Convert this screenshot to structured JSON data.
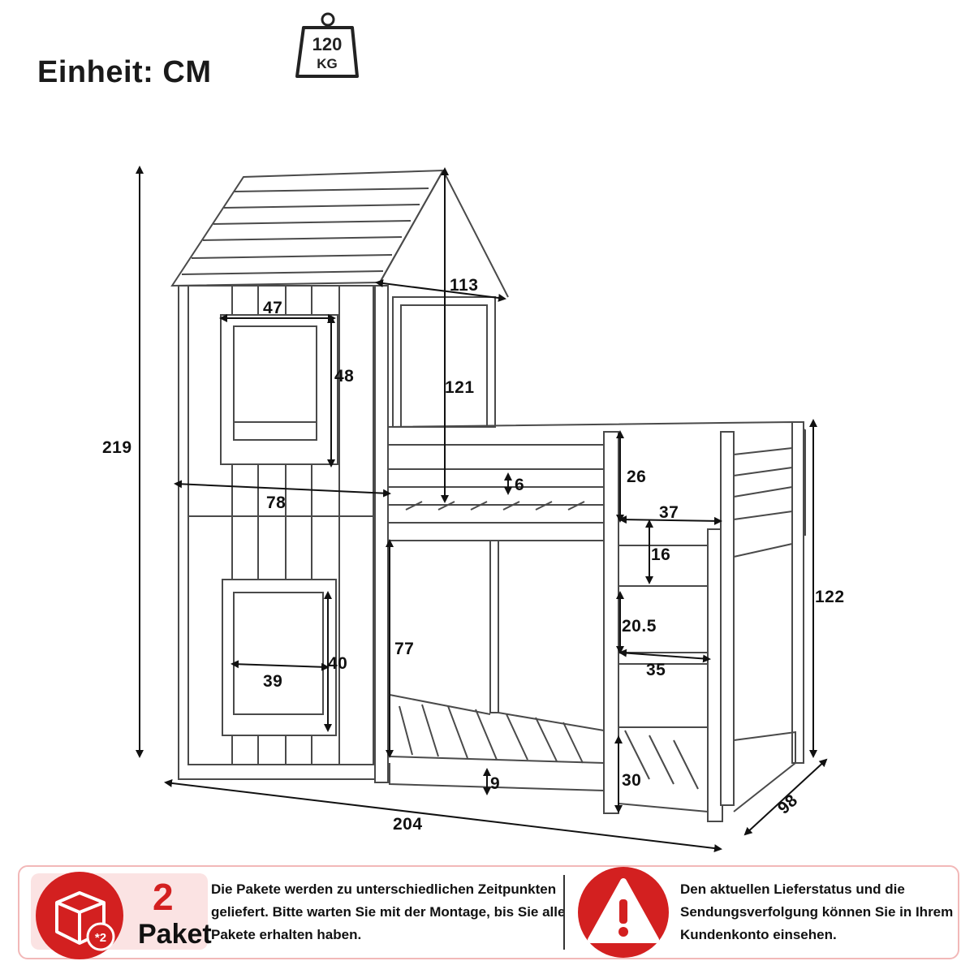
{
  "header": {
    "unit_label": "Einheit: CM",
    "max_load": {
      "value": "120",
      "unit": "KG"
    }
  },
  "dimensions": {
    "total_height": "219",
    "roof_width": "113",
    "upper_window_width": "47",
    "upper_window_height": "48",
    "roof_to_upper_deck": "121",
    "deck_rail_gap": "6",
    "tower_width": "78",
    "ladder_top_step": "26",
    "ladder_width": "37",
    "ladder_step_1": "16",
    "ladder_step_2": "20.5",
    "ladder_step_width": "35",
    "lower_bed_clearance": "77",
    "lower_window_height": "40",
    "lower_window_width": "39",
    "lower_slat_height": "9",
    "lower_ladder_gap": "30",
    "rail_height": "122",
    "depth": "98",
    "total_length": "204"
  },
  "footer": {
    "package_count": "2",
    "package_label": "Paket",
    "package_badge": "*2",
    "delivery_note": "Die Pakete werden zu unterschiedlichen Zeitpunkten geliefert. Bitte warten Sie mit der Montage, bis Sie alle Pakete erhalten haben.",
    "status_note": "Den aktuellen Lieferstatus und die Sendungsverfolgung können Sie in Ihrem Kundenkonto einsehen.",
    "icons": [
      "package-icon",
      "warning-icon"
    ],
    "accent_color": "#d32020"
  }
}
